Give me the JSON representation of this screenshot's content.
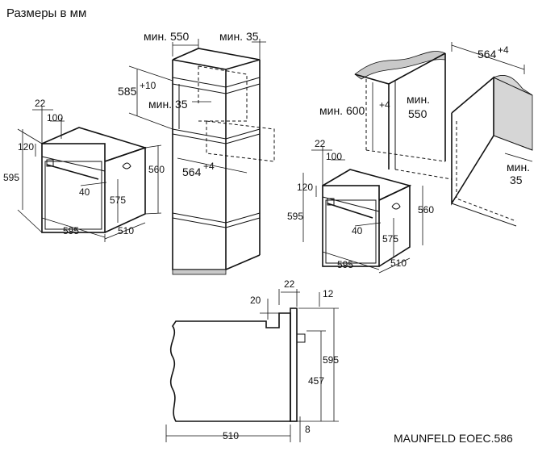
{
  "header": {
    "title": "Размеры в мм"
  },
  "footer": {
    "model": "MAUNFELD EOEC.586"
  },
  "oven_left": {
    "d22": "22",
    "d100": "100",
    "d120": "120",
    "d595h": "595",
    "d560": "560",
    "d40": "40",
    "d575": "575",
    "d595w": "595",
    "d510": "510"
  },
  "cabinet": {
    "min550": "мин. 550",
    "min35_top": "мин. 35",
    "d585": "585",
    "d585_tol": "+10",
    "min35_mid": "мин. 35",
    "d564": "564",
    "d564_tol": "+4"
  },
  "counter": {
    "d564": "564",
    "d564_tol": "+4",
    "min600": "мин. 600",
    "min600_tol": "+4",
    "min550_a": "мин.",
    "min550_b": "550",
    "min35_a": "мин.",
    "min35_b": "35"
  },
  "oven_right": {
    "d22": "22",
    "d100": "100",
    "d120": "120",
    "d595h": "595",
    "d560": "560",
    "d40": "40",
    "d575": "575",
    "d595w": "595",
    "d510": "510"
  },
  "side_view": {
    "d22": "22",
    "d20": "20",
    "d12": "12",
    "d595": "595",
    "d457": "457",
    "d510": "510",
    "d8": "8"
  }
}
